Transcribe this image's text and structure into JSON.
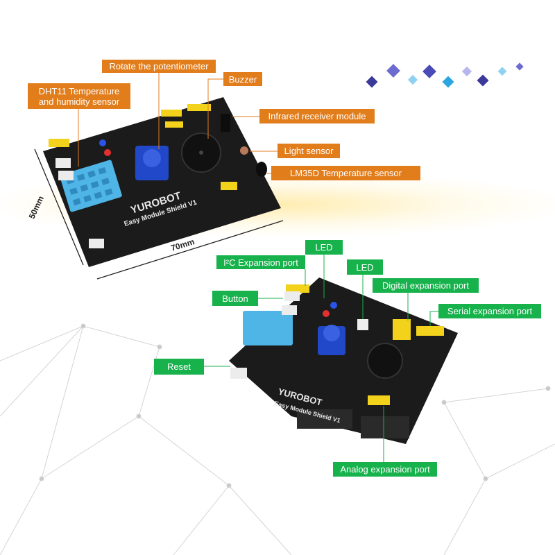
{
  "colors": {
    "callout_orange": "#e27d1c",
    "callout_green": "#17b24c",
    "board": "#1b1b1b",
    "sensor_blue": "#4fb4e6",
    "header_yellow": "#f2d21b"
  },
  "top_view": {
    "callouts": [
      "Rotate the potentiometer",
      "DHT11 Temperature and humidity sensor",
      "Buzzer",
      "Infrared receiver module",
      "Light sensor",
      "LM35D Temperature sensor"
    ],
    "dimensions": {
      "height": "50mm",
      "width": "70mm"
    },
    "board_brand": "YUROBOT",
    "board_name": "Easy Module Shield V1"
  },
  "angled_view": {
    "callouts": [
      "I²C Expansion port",
      "LED",
      "LED",
      "Digital expansion port",
      "Serial expansion port",
      "Button",
      "Reset",
      "Analog expansion port"
    ],
    "board_brand": "YUROBOT",
    "board_name": "Easy Module Shield V1"
  }
}
